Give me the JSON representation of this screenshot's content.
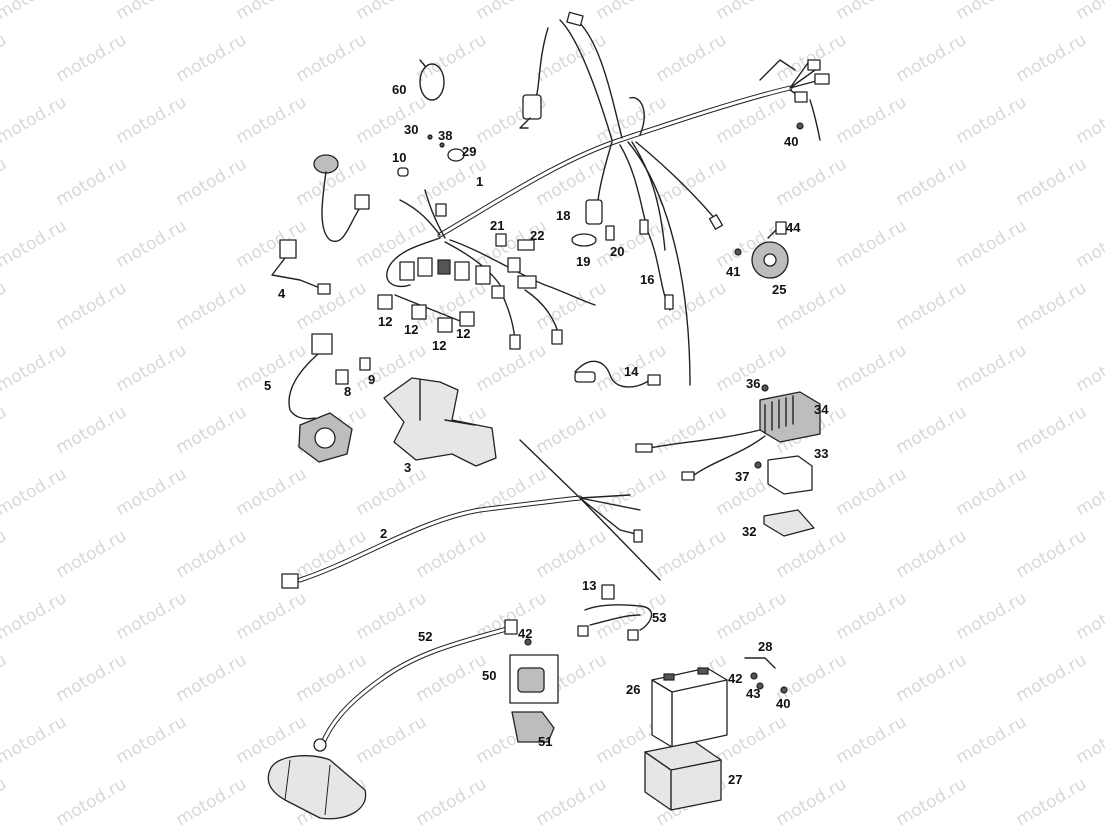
{
  "watermark": "motod.ru",
  "callouts": [
    {
      "id": "60",
      "text": "60"
    },
    {
      "id": "30",
      "text": "30"
    },
    {
      "id": "38",
      "text": "38"
    },
    {
      "id": "29",
      "text": "29"
    },
    {
      "id": "10",
      "text": "10"
    },
    {
      "id": "1",
      "text": "1"
    },
    {
      "id": "21",
      "text": "21"
    },
    {
      "id": "22",
      "text": "22"
    },
    {
      "id": "18",
      "text": "18"
    },
    {
      "id": "19",
      "text": "19"
    },
    {
      "id": "20",
      "text": "20"
    },
    {
      "id": "16",
      "text": "16"
    },
    {
      "id": "40a",
      "text": "40"
    },
    {
      "id": "44",
      "text": "44"
    },
    {
      "id": "41",
      "text": "41"
    },
    {
      "id": "25",
      "text": "25"
    },
    {
      "id": "4",
      "text": "4"
    },
    {
      "id": "12a",
      "text": "12"
    },
    {
      "id": "12b",
      "text": "12"
    },
    {
      "id": "12c",
      "text": "12"
    },
    {
      "id": "12d",
      "text": "12"
    },
    {
      "id": "5",
      "text": "5"
    },
    {
      "id": "9",
      "text": "9"
    },
    {
      "id": "8",
      "text": "8"
    },
    {
      "id": "3",
      "text": "3"
    },
    {
      "id": "14",
      "text": "14"
    },
    {
      "id": "36",
      "text": "36"
    },
    {
      "id": "34",
      "text": "34"
    },
    {
      "id": "33",
      "text": "33"
    },
    {
      "id": "37",
      "text": "37"
    },
    {
      "id": "32",
      "text": "32"
    },
    {
      "id": "2",
      "text": "2"
    },
    {
      "id": "13",
      "text": "13"
    },
    {
      "id": "53",
      "text": "53"
    },
    {
      "id": "52",
      "text": "52"
    },
    {
      "id": "42a",
      "text": "42"
    },
    {
      "id": "50",
      "text": "50"
    },
    {
      "id": "51",
      "text": "51"
    },
    {
      "id": "28",
      "text": "28"
    },
    {
      "id": "42b",
      "text": "42"
    },
    {
      "id": "43",
      "text": "43"
    },
    {
      "id": "40b",
      "text": "40"
    },
    {
      "id": "26",
      "text": "26"
    },
    {
      "id": "27",
      "text": "27"
    }
  ]
}
